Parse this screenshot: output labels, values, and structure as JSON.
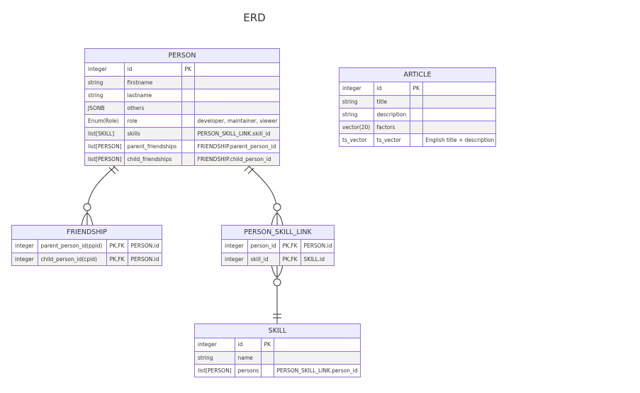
{
  "diagram": {
    "title": "ERD"
  },
  "entities": {
    "person": {
      "name": "PERSON",
      "rows": [
        [
          "integer",
          "id",
          "PK",
          ""
        ],
        [
          "string",
          "firstname",
          "",
          ""
        ],
        [
          "string",
          "lastname",
          "",
          ""
        ],
        [
          "JSONB",
          "others",
          "",
          ""
        ],
        [
          "Enum(Role)",
          "role",
          "",
          "developer, maintainer, viewer"
        ],
        [
          "list[SKILL]",
          "skills",
          "",
          "PERSON_SKILL_LINK.skill_id"
        ],
        [
          "list[PERSON]",
          "parent_friendships",
          "",
          "FRIENDSHIP.parent_person_id"
        ],
        [
          "list[PERSON]",
          "child_friendships",
          "",
          "FRIENDSHIP.child_person_id"
        ]
      ]
    },
    "article": {
      "name": "ARTICLE",
      "rows": [
        [
          "integer",
          "id",
          "PK",
          ""
        ],
        [
          "string",
          "title",
          "",
          ""
        ],
        [
          "string",
          "description",
          "",
          ""
        ],
        [
          "vector(20)",
          "factors",
          "",
          ""
        ],
        [
          "ts_vector",
          "ts_vector",
          "",
          "English title + description"
        ]
      ]
    },
    "friendship": {
      "name": "FRIENDSHIP",
      "rows": [
        [
          "integer",
          "parent_person_id(ppid)",
          "PK,FK",
          "PERSON.id"
        ],
        [
          "integer",
          "child_person_id(cpid)",
          "PK,FK",
          "PERSON.id"
        ]
      ]
    },
    "person_skill_link": {
      "name": "PERSON_SKILL_LINK",
      "rows": [
        [
          "integer",
          "person_id",
          "PK,FK",
          "PERSON.id"
        ],
        [
          "integer",
          "skill_id",
          "PK,FK",
          "SKILL.id"
        ]
      ]
    },
    "skill": {
      "name": "SKILL",
      "rows": [
        [
          "integer",
          "id",
          "PK",
          ""
        ],
        [
          "string",
          "name",
          "",
          ""
        ],
        [
          "list[PERSON]",
          "persons",
          "",
          "PERSON_SKILL_LINK.person_id"
        ]
      ]
    }
  }
}
